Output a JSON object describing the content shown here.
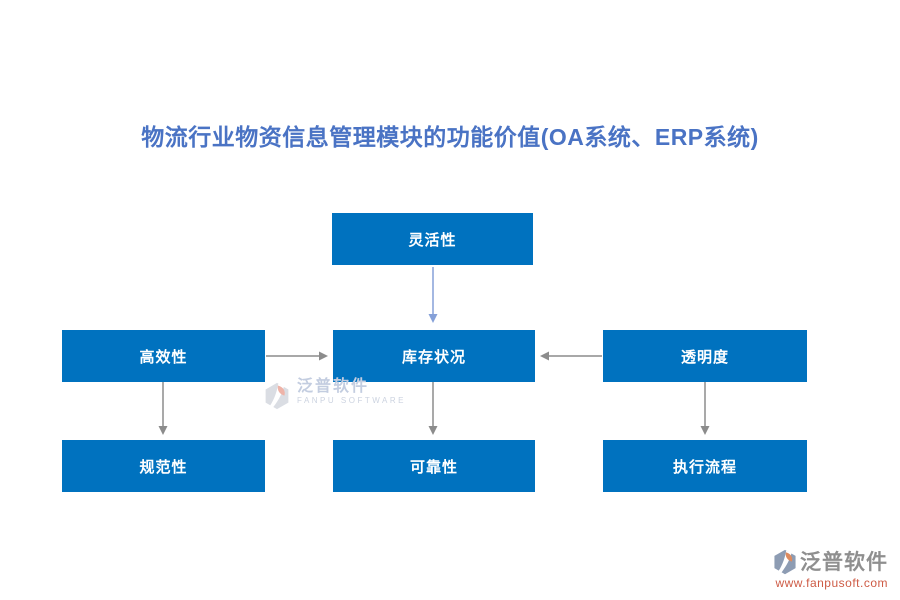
{
  "title": "物流行业物资信息管理模块的功能价值(OA系统、ERP系统)",
  "colors": {
    "node_fill": "#0072bf",
    "node_text": "#ffffff",
    "title_text": "#4a73c4",
    "arrow_gray": "#8c8c8c",
    "arrow_blue": "#85a0d8"
  },
  "diagram": {
    "nodes": [
      {
        "id": "flexibility",
        "label": "灵活性"
      },
      {
        "id": "efficiency",
        "label": "高效性"
      },
      {
        "id": "inventory-status",
        "label": "库存状况"
      },
      {
        "id": "transparency",
        "label": "透明度"
      },
      {
        "id": "standardization",
        "label": "规范性"
      },
      {
        "id": "reliability",
        "label": "可靠性"
      },
      {
        "id": "execution-process",
        "label": "执行流程"
      }
    ],
    "edges": [
      {
        "from": "灵活性",
        "to": "库存状况",
        "direction": "down",
        "color": "#85a0d8"
      },
      {
        "from": "高效性",
        "to": "库存状况",
        "direction": "right",
        "color": "#8c8c8c"
      },
      {
        "from": "透明度",
        "to": "库存状况",
        "direction": "left",
        "color": "#8c8c8c"
      },
      {
        "from": "高效性",
        "to": "规范性",
        "direction": "down",
        "color": "#8c8c8c"
      },
      {
        "from": "库存状况",
        "to": "可靠性",
        "direction": "down",
        "color": "#8c8c8c"
      },
      {
        "from": "透明度",
        "to": "执行流程",
        "direction": "down",
        "color": "#8c8c8c"
      }
    ]
  },
  "watermark_center": {
    "brand": "泛普软件",
    "subtitle": "FANPU SOFTWARE"
  },
  "watermark_corner": {
    "brand": "泛普软件",
    "url": "www.fanpusoft.com"
  }
}
